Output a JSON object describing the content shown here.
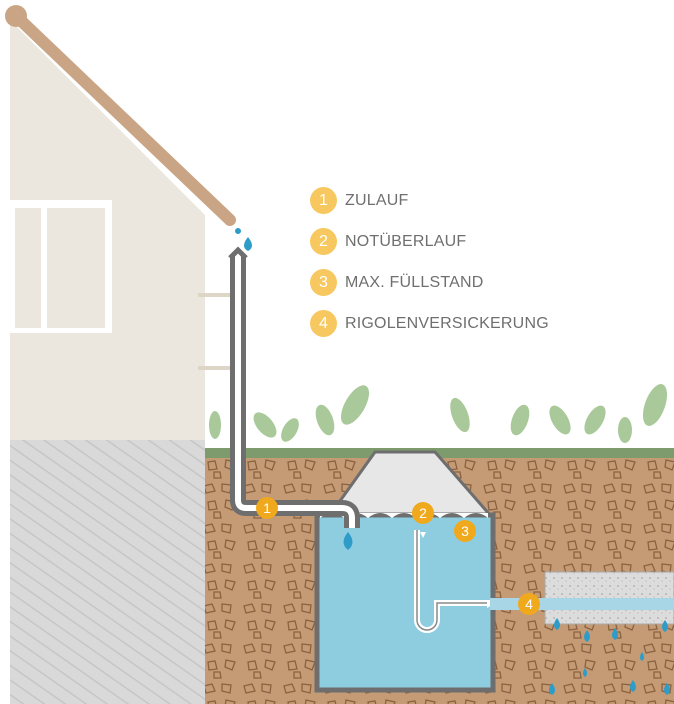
{
  "legend": [
    {
      "number": "1",
      "label": "ZULAUF"
    },
    {
      "number": "2",
      "label": "NOTÜBERLAUF"
    },
    {
      "number": "3",
      "label": "MAX. FÜLLSTAND"
    },
    {
      "number": "4",
      "label": "RIGOLENVERSICKERUNG"
    }
  ],
  "colors": {
    "wall": "#ebe7df",
    "roof": "#c9a586",
    "soil": "#c49b74",
    "water": "#8ecde0",
    "pipe": "#6e6e6e",
    "marker": "#f0a91d",
    "legend_badge": "#f8c860",
    "grass": "#7d9b6c"
  }
}
